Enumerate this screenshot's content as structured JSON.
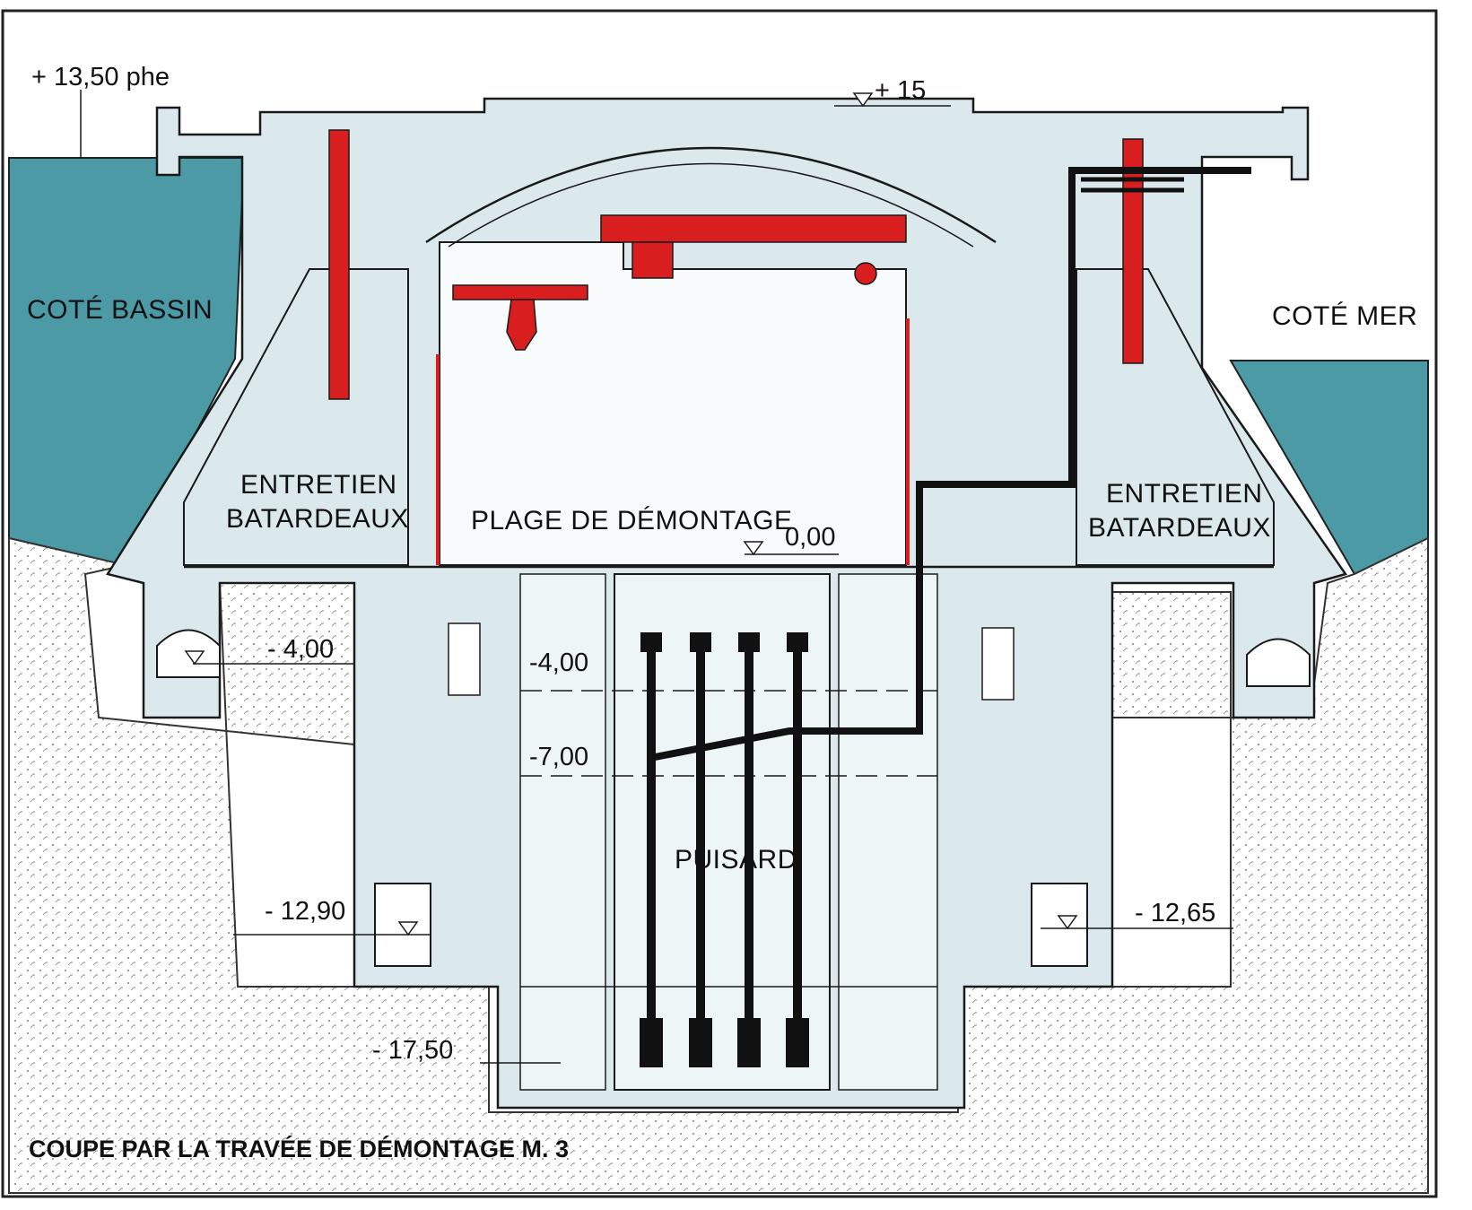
{
  "caption": "COUPE PAR LA TRAVÉE DE DÉMONTAGE M. 3",
  "sides": {
    "left": "COTÉ BASSIN",
    "right": "COTÉ MER"
  },
  "rooms": {
    "left_line1": "ENTRETIEN",
    "left_line2": "BATARDEAUX",
    "center": "PLAGE DE DÉMONTAGE",
    "right_line1": "ENTRETIEN",
    "right_line2": "BATARDEAUX",
    "sump": "PUISARD"
  },
  "elevations": {
    "water_level": "+ 13,50 phe",
    "roof": "+ 15",
    "floor": "0,00",
    "gallery_left": "- 4,00",
    "inner_4": "-4,00",
    "inner_7": "-7,00",
    "left_low": "- 12,90",
    "right_low": "- 12,65",
    "bottom": "- 17,50"
  },
  "colors": {
    "concrete": "#dbe9ec",
    "water": "#4b9aa6",
    "equipment": "#d81e1e",
    "piping": "#111111",
    "outline": "#1a1a1a"
  }
}
